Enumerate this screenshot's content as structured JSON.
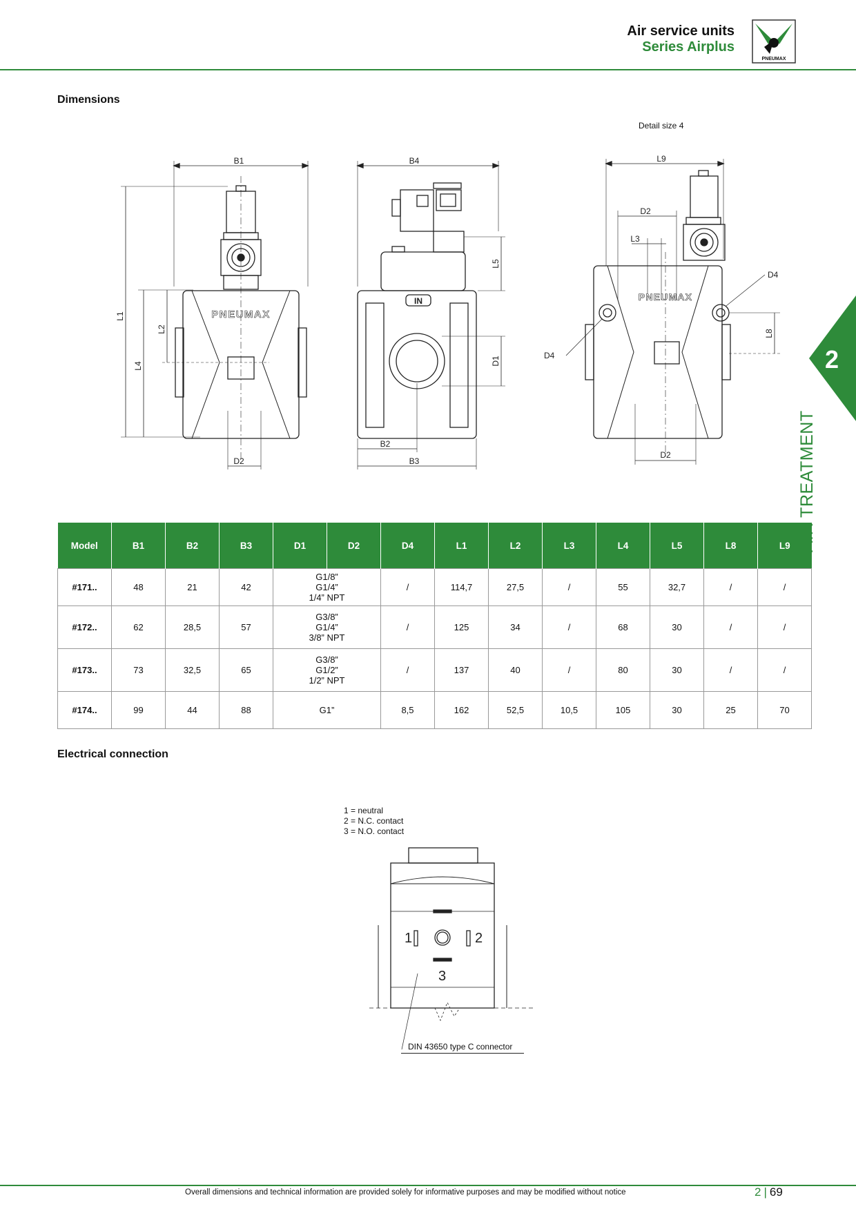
{
  "header": {
    "title": "Air service units",
    "subtitle": "Series Airplus",
    "logo_text": "PNEUMAX",
    "colors": {
      "accent": "#2e8b3a",
      "text": "#111111"
    }
  },
  "dimensions": {
    "heading": "Dimensions",
    "detail_size": "Detail size 4",
    "front_labels": {
      "b1": "B1",
      "l1": "L1",
      "l2": "L2",
      "l4": "L4",
      "d2": "D2",
      "brand": "PNEUMAX"
    },
    "side_labels": {
      "b4": "B4",
      "l5": "L5",
      "d1": "D1",
      "b2": "B2",
      "b3": "B3",
      "in": "IN"
    },
    "detail_labels": {
      "l9": "L9",
      "d2_top": "D2",
      "l3": "L3",
      "d4_right": "D4",
      "d4_left": "D4",
      "l8": "L8",
      "d2_bottom": "D2",
      "brand": "PNEUMAX"
    }
  },
  "side_tab": {
    "number": "2",
    "label": "AIR TREATMENT"
  },
  "table": {
    "headers": [
      "Model",
      "B1",
      "B2",
      "B3",
      "D1",
      "D2",
      "D4",
      "L1",
      "L2",
      "L3",
      "L4",
      "L5",
      "L8",
      "L9"
    ],
    "rows": [
      {
        "model": "#171..",
        "b1": "48",
        "b2": "21",
        "b3": "42",
        "d1d2": [
          "G1/8”",
          "G1/4”",
          "1/4” NPT"
        ],
        "d4": "/",
        "l1": "114,7",
        "l2": "27,5",
        "l3": "/",
        "l4": "55",
        "l5": "32,7",
        "l8": "/",
        "l9": "/"
      },
      {
        "model": "#172..",
        "b1": "62",
        "b2": "28,5",
        "b3": "57",
        "d1d2": [
          "G3/8”",
          "G1/4”",
          "3/8” NPT"
        ],
        "d4": "/",
        "l1": "125",
        "l2": "34",
        "l3": "/",
        "l4": "68",
        "l5": "30",
        "l8": "/",
        "l9": "/"
      },
      {
        "model": "#173..",
        "b1": "73",
        "b2": "32,5",
        "b3": "65",
        "d1d2": [
          "G3/8”",
          "G1/2”",
          "1/2” NPT"
        ],
        "d4": "/",
        "l1": "137",
        "l2": "40",
        "l3": "/",
        "l4": "80",
        "l5": "30",
        "l8": "/",
        "l9": "/"
      },
      {
        "model": "#174..",
        "b1": "99",
        "b2": "44",
        "b3": "88",
        "d1d2": [
          "G1”"
        ],
        "d4": "8,5",
        "l1": "162",
        "l2": "52,5",
        "l3": "10,5",
        "l4": "105",
        "l5": "30",
        "l8": "25",
        "l9": "70"
      }
    ]
  },
  "electrical": {
    "heading": "Electrical connection",
    "legend": [
      "1 = neutral",
      "2 = N.C. contact",
      "3 = N.O. contact"
    ],
    "pins": {
      "p1": "1",
      "p2": "2",
      "p3": "3"
    },
    "connector_label": "DIN 43650 type C connector"
  },
  "footer": {
    "note": "Overall dimensions and technical information are provided solely for informative purposes and may be modified without notice",
    "chapter": "2",
    "page": "69"
  }
}
